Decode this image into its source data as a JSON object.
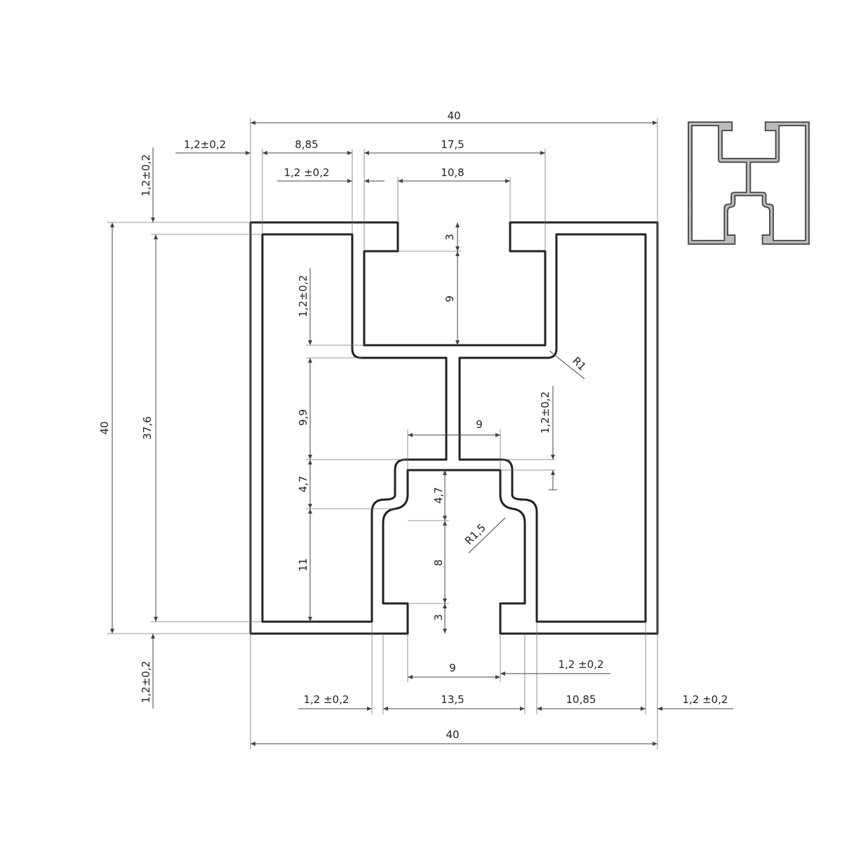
{
  "drawing": {
    "overall_width_top": "40",
    "overall_width_bottom": "40",
    "overall_height": "40",
    "inner_height": "37,6",
    "top": {
      "wall_left": "1,2±0,2",
      "left_chamber_width": "8,85",
      "top_chamber_width": "17,5",
      "inner_wall": "1,2 ±0,2",
      "top_slot_width": "10,8"
    },
    "left_vertical": {
      "wall_top": "1,2±0,2",
      "wall_bottom": "1,2±0,2",
      "web_thickness": "1,2±0,2",
      "stem_length": "9,9",
      "step_height": "4,7",
      "lower_height": "11"
    },
    "center": {
      "top_lip": "3",
      "top_chamber_height": "9",
      "bottom_step": "4,7",
      "bottom_chamber_height": "8",
      "bottom_lip": "3",
      "bottom_chamber_top_width": "9",
      "radius_top": "R1",
      "radius_bottom": "R1,5",
      "wall_right": "1,2±0,2"
    },
    "bottom": {
      "slot_width": "9",
      "lip_wall": "1,2 ±0,2",
      "wall_left": "1,2 ±0,2",
      "bottom_chamber_width": "13,5",
      "right_chamber_width": "10,85",
      "wall_right": "1,2 ±0,2"
    }
  },
  "colors": {
    "line": "#222222",
    "hatch": "#555555"
  }
}
